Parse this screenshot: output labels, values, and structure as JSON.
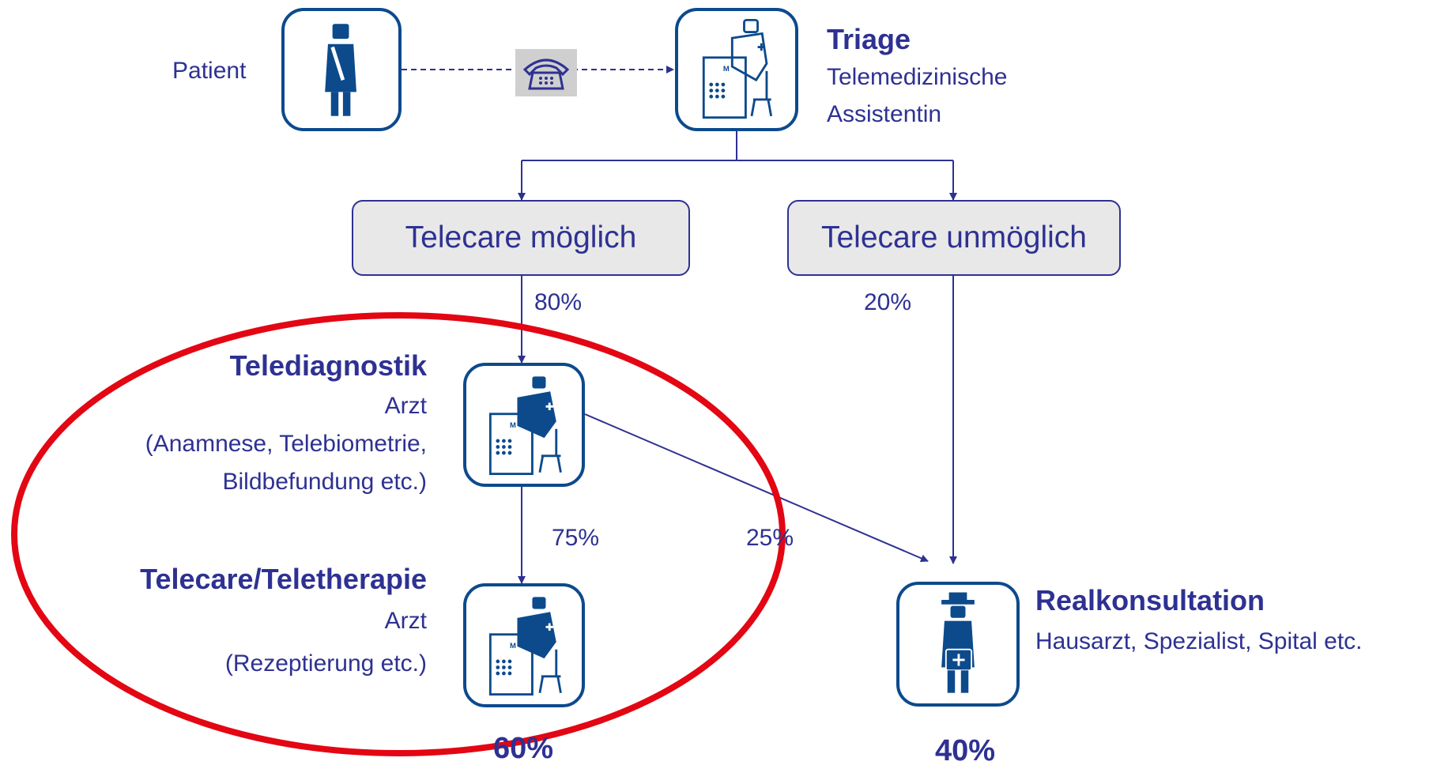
{
  "patient": {
    "label": "Patient",
    "icon": "patient-icon"
  },
  "triage": {
    "title": "Triage",
    "line1": "Telemedizinische",
    "line2": "Assistentin",
    "icon": "doctor-desk-icon"
  },
  "phone": {
    "icon": "telephone-icon"
  },
  "decisions": {
    "possible": "Telecare möglich",
    "impossible": "Telecare unmöglich"
  },
  "percentages": {
    "p80": "80%",
    "p20": "20%",
    "p75": "75%",
    "p25": "25%",
    "total_left": "60%",
    "total_right": "40%"
  },
  "telediagnostik": {
    "title": "Telediagnostik",
    "line1": "Arzt",
    "line2": "(Anamnese, Telebiometrie,",
    "line3": "Bildbefundung etc.)"
  },
  "teletherapie": {
    "title": "Telecare/Teletherapie",
    "line1": "Arzt",
    "line2": "(Rezeptierung etc.)"
  },
  "realkonsultation": {
    "title": "Realkonsultation",
    "line1": "Hausarzt, Spezialist, Spital etc.",
    "icon": "doctor-bag-icon"
  },
  "colors": {
    "text": "#2e3192",
    "icon_border": "#0c4a8c",
    "decision_fill": "#e8e8e8",
    "highlight_ellipse": "#e30613"
  }
}
